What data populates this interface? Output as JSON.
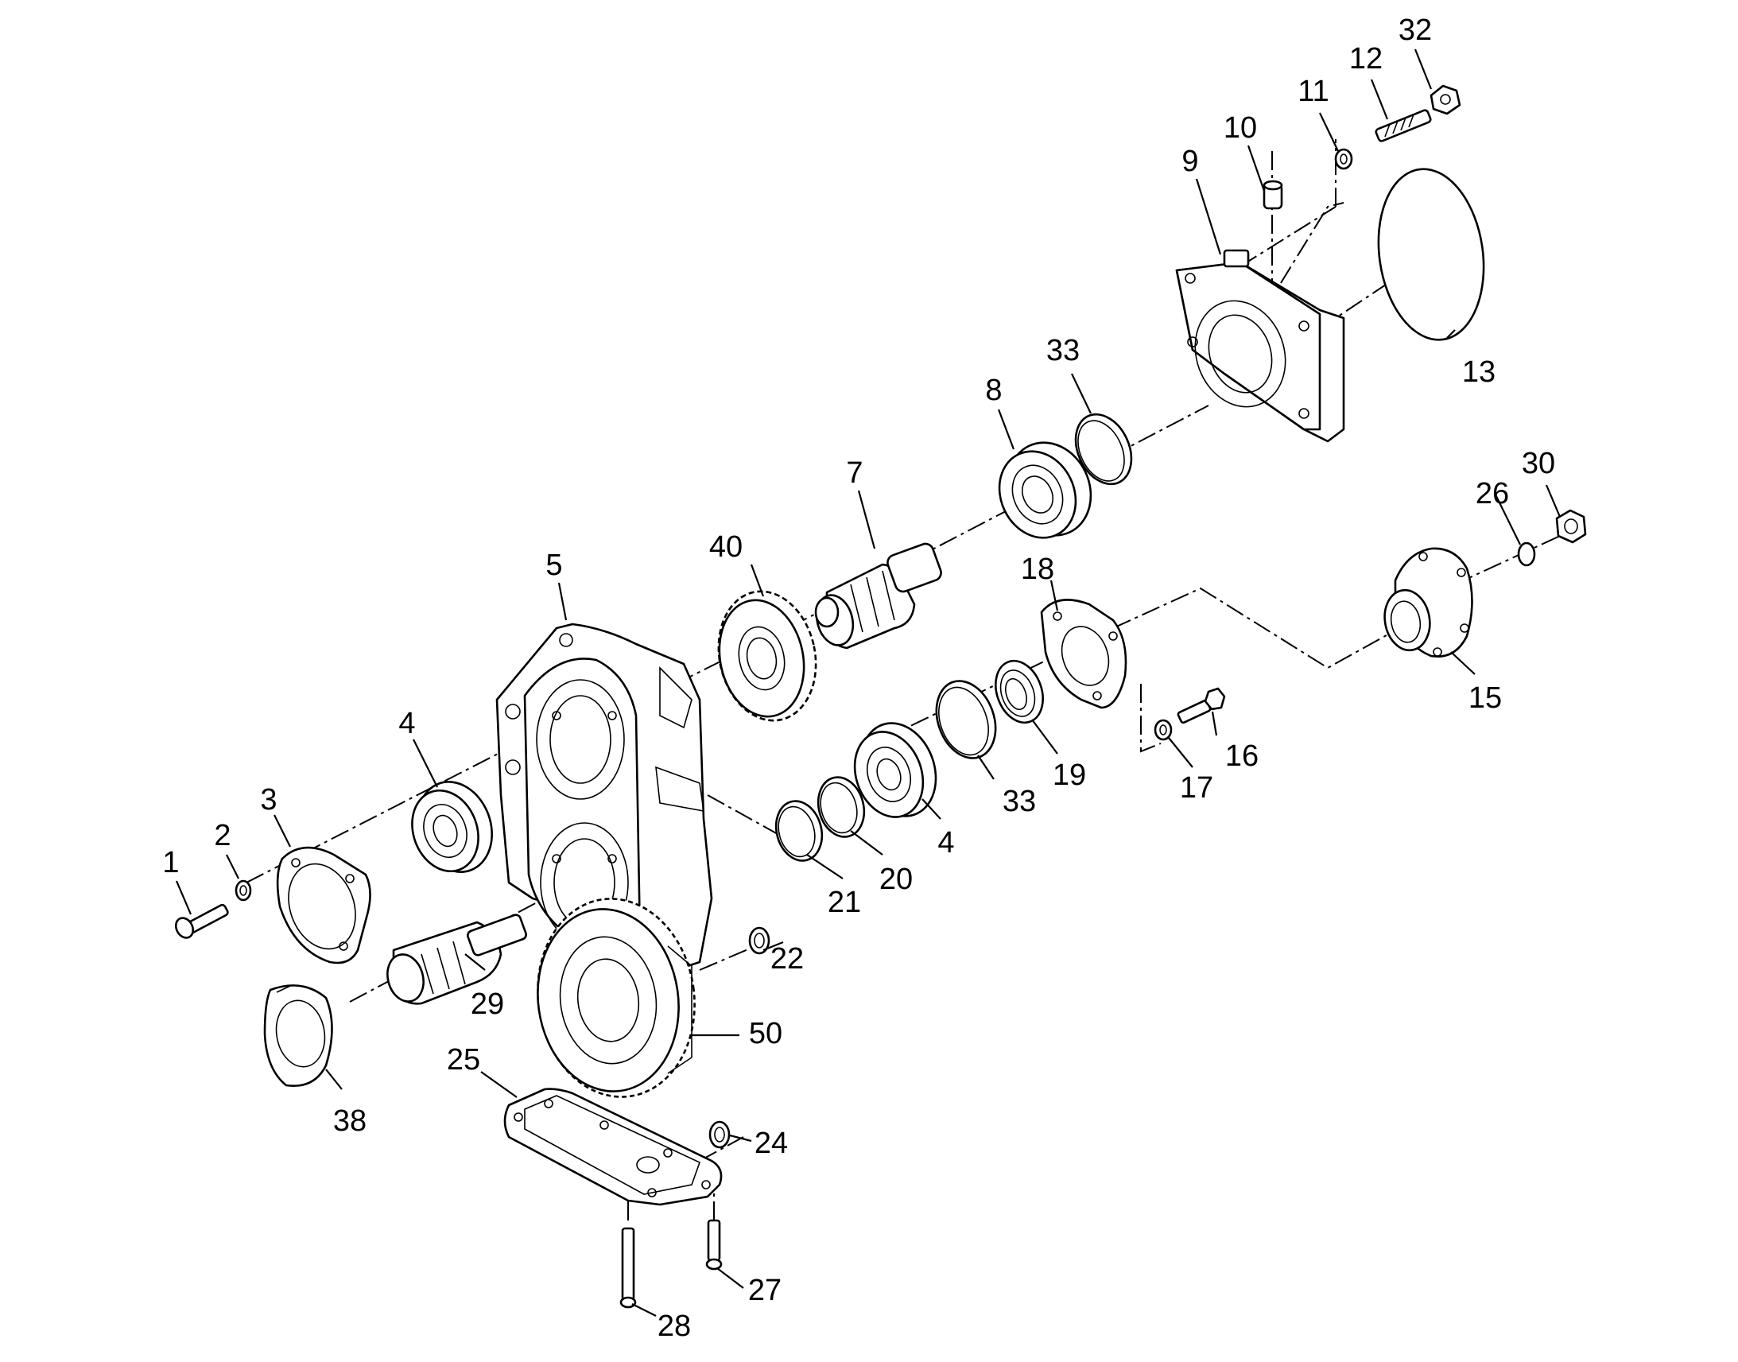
{
  "labels": {
    "p1": "1",
    "p2": "2",
    "p3": "3",
    "p4a": "4",
    "p4b": "4",
    "p5": "5",
    "p7": "7",
    "p8": "8",
    "p9": "9",
    "p10": "10",
    "p11": "11",
    "p12": "12",
    "p13": "13",
    "p15": "15",
    "p16": "16",
    "p17": "17",
    "p18": "18",
    "p19": "19",
    "p20": "20",
    "p21": "21",
    "p22": "22",
    "p24": "24",
    "p25": "25",
    "p26": "26",
    "p27": "27",
    "p28": "28",
    "p29": "29",
    "p30": "30",
    "p32": "32",
    "p33a": "33",
    "p33b": "33",
    "p38": "38",
    "p40": "40",
    "p50": "50"
  },
  "colors": {
    "line": "#000000",
    "background": "#ffffff"
  }
}
